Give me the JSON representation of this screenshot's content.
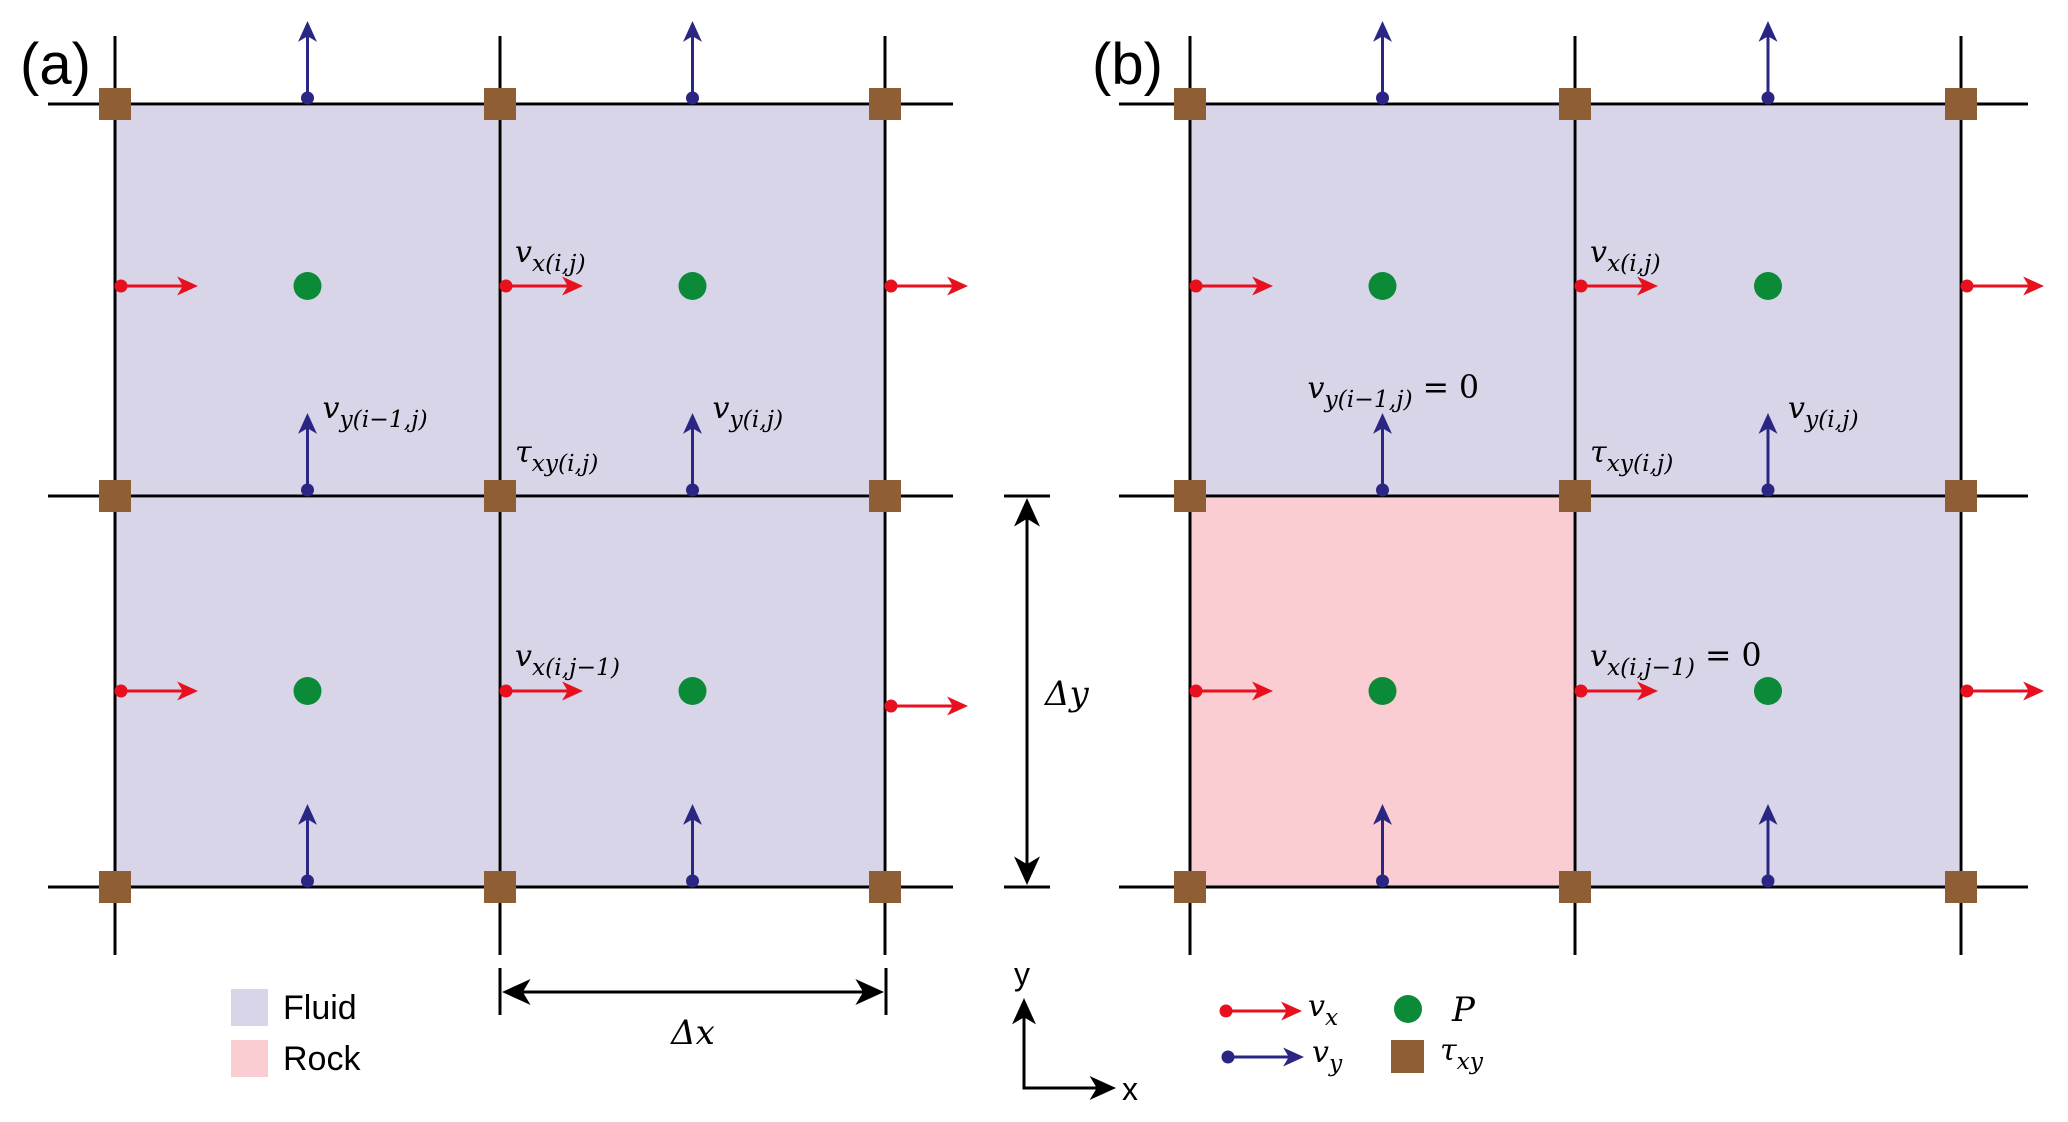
{
  "figure": {
    "panels": [
      {
        "id": "a",
        "label": "(a)",
        "cell_materials": [
          [
            "Fluid",
            "Fluid"
          ],
          [
            "Fluid",
            "Fluid"
          ]
        ],
        "annotations": {
          "vx_upper": {
            "base": "v",
            "sub": "x(i,j)",
            "suffix": ""
          },
          "vy_left": {
            "base": "v",
            "sub": "y(i−1,j)",
            "suffix": ""
          },
          "vy_right": {
            "base": "v",
            "sub": "y(i,j)",
            "suffix": ""
          },
          "tau": {
            "base": "τ",
            "sub": "xy(i,j)",
            "suffix": ""
          },
          "vx_lower": {
            "base": "v",
            "sub": "x(i,j−1)",
            "suffix": ""
          }
        }
      },
      {
        "id": "b",
        "label": "(b)",
        "cell_materials": [
          [
            "Fluid",
            "Fluid"
          ],
          [
            "Rock",
            "Fluid"
          ]
        ],
        "annotations": {
          "vx_upper": {
            "base": "v",
            "sub": "x(i,j)",
            "suffix": ""
          },
          "vy_left": {
            "base": "v",
            "sub": "y(i−1,j)",
            "suffix": " = 0"
          },
          "vy_right": {
            "base": "v",
            "sub": "y(i,j)",
            "suffix": ""
          },
          "tau": {
            "base": "τ",
            "sub": "xy(i,j)",
            "suffix": ""
          },
          "vx_lower": {
            "base": "v",
            "sub": "x(i,j−1)",
            "suffix": " = 0"
          }
        }
      }
    ],
    "dimensions": {
      "dx_label": "Δx",
      "dy_label": "Δy"
    },
    "axes": {
      "x_label": "x",
      "y_label": "y"
    },
    "material_legend": [
      {
        "name": "Fluid",
        "color": "#d8d5e8"
      },
      {
        "name": "Rock",
        "color": "#f9cdd2"
      }
    ],
    "symbol_legend": [
      {
        "symbol": "red-arrow",
        "base": "v",
        "sub": "x",
        "color": "#e8101e"
      },
      {
        "symbol": "navy-arrow",
        "base": "v",
        "sub": "y",
        "color": "#2b2684"
      },
      {
        "symbol": "green-dot",
        "base": "P",
        "sub": "",
        "color": "#0b8a37"
      },
      {
        "symbol": "brown-square",
        "base": "τ",
        "sub": "xy",
        "color": "#8f5e34"
      }
    ],
    "colors": {
      "grid_line": "#000000",
      "vx": "#e8101e",
      "vy": "#2b2684",
      "pressure": "#0b8a37",
      "shear_stress": "#8f5e34",
      "fluid": "#d8d5e8",
      "rock": "#f9cdd2"
    }
  }
}
